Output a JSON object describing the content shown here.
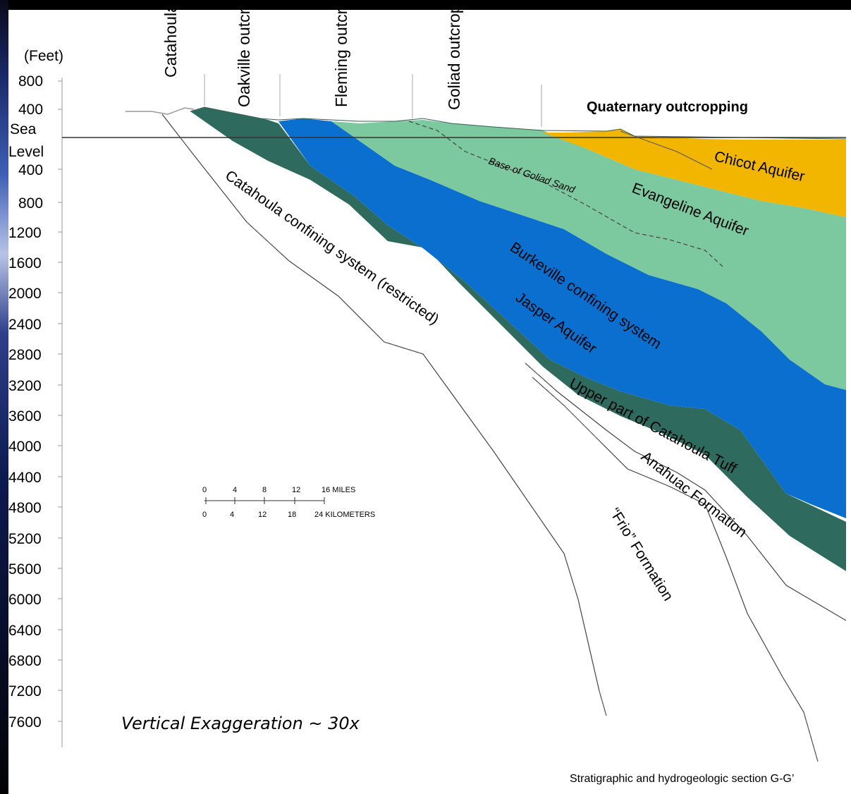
{
  "depth_axis": {
    "unit": "(Feet)",
    "ticks": [
      "800",
      "400",
      "Sea",
      "Level",
      "400",
      "800",
      "1200",
      "1600",
      "2000",
      "2400",
      "2800",
      "3200",
      "3600",
      "4000",
      "4400",
      "4800",
      "5200",
      "5600",
      "6000",
      "6400",
      "6800",
      "7200",
      "7600"
    ]
  },
  "outcrops": [
    "Catahoula outcrop",
    "Oakville outcrop",
    "Fleming outcrop",
    "Goliad outcrop",
    "Quaternary outcropping"
  ],
  "units": {
    "chicot": "Chicot Aquifer",
    "evangeline": "Evangeline Aquifer",
    "goliad_base": "Base of Goliad Sand",
    "burkeville": "Burkeville confining system",
    "jasper": "Jasper Aquifer",
    "catahoula": "Catahoula confining system (restricted)",
    "upper_catahoula": "Upper part of Catahoula Tuff",
    "anahuac": "Anahuac Formation",
    "frio": "“Frio” Formation"
  },
  "scale_bar": {
    "miles": [
      "0",
      "4",
      "8",
      "12",
      "16 MILES"
    ],
    "km": [
      "0",
      "4",
      "12",
      "18",
      "24 KILOMETERS"
    ]
  },
  "note": "Vertical Exaggeration ~ 30x",
  "caption": "Stratigraphic and hydrogeologic section G-G’",
  "colors": {
    "chicot": "#f2b500",
    "evangeline": "#7cc9a0",
    "burkeville": "#0a6fcf",
    "jasper": "#2e6b5e"
  }
}
